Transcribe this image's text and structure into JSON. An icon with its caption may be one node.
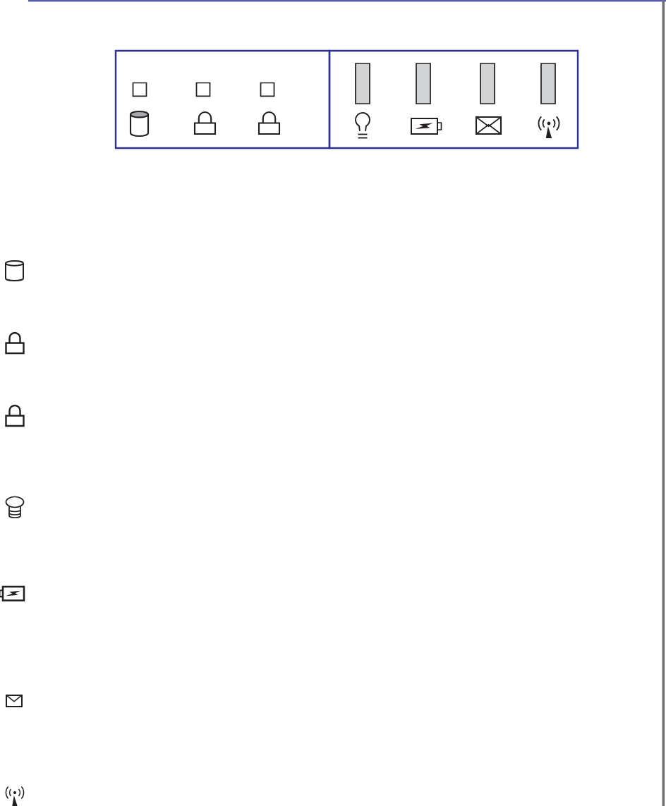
{
  "diagram": {
    "nodes": [
      {
        "text": [],
        "shape": "box"
      },
      {
        "text": [],
        "shape": "box"
      },
      {
        "text": [],
        "shape": "box",
        "in": 0
      },
      {
        "text": [],
        "shape": "box",
        "in": 0
      },
      {
        "text": [],
        "shape": "box",
        "in": 0
      },
      {
        "text": [],
        "shape": "bar",
        "in": 1
      },
      {
        "text": [],
        "shape": "bar",
        "in": 1
      },
      {
        "text": [],
        "shape": "bar",
        "in": 1
      },
      {
        "text": [],
        "shape": "bar",
        "in": 1
      }
    ]
  }
}
